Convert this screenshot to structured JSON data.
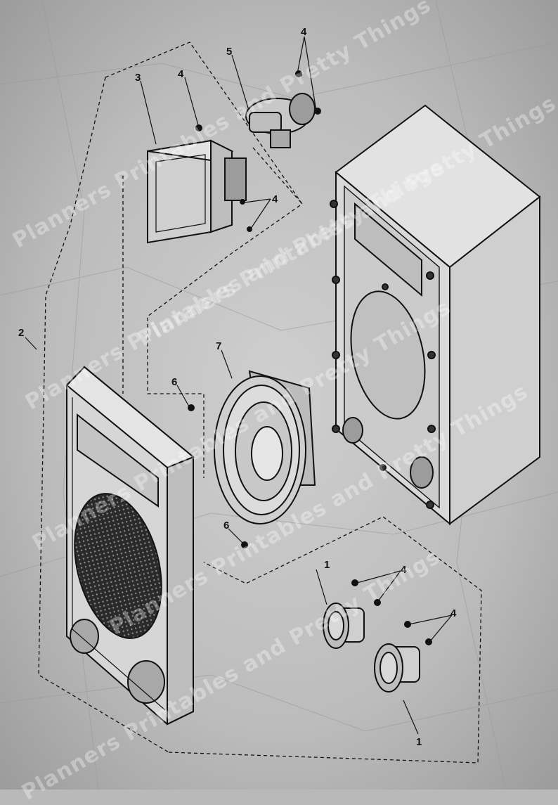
{
  "diagram": {
    "callouts": [
      "1",
      "1",
      "2",
      "3",
      "4",
      "4",
      "4",
      "4",
      "4",
      "5",
      "6",
      "6",
      "7"
    ]
  },
  "watermark": {
    "text": "Planners Printables and Pretty Things"
  },
  "colors": {
    "paper": "#b9b9b9",
    "ink": "#111111",
    "watermark": "#ffffff"
  }
}
